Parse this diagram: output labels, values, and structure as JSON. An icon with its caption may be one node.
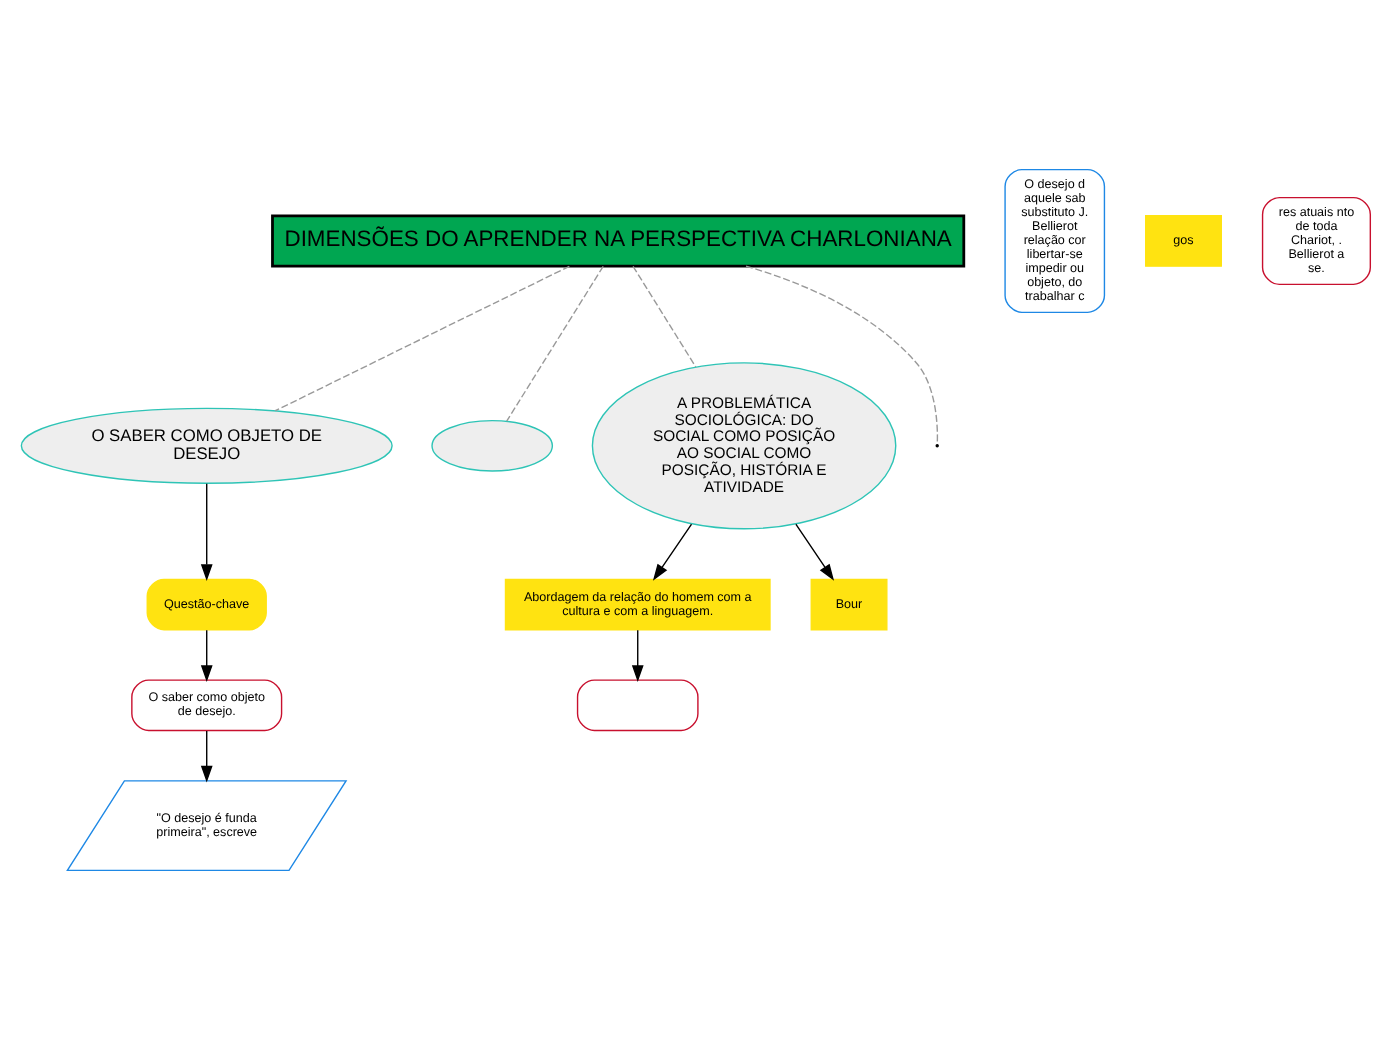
{
  "diagram": {
    "nodes": [
      {
        "text": [
          "DIMENSÕES DO APRENDER NA PERSPECTIVA CHARLONIANA"
        ]
      },
      {
        "text": [
          "O SABER COMO OBJETO DE DESEJO"
        ]
      },
      {
        "text": [
          "Questão-chave"
        ]
      },
      {
        "text": [
          "O saber como objeto de desejo."
        ]
      },
      {
        "text": [
          "\"O desejo é funda primeira\", escreve"
        ]
      },
      {
        "text": [
          "O desejo d aquele sab substituto J. Bellierot relação cor libertar-se impedir ou objeto, do trabalhar c"
        ]
      },
      {
        "text": [
          "gos"
        ]
      },
      {
        "text": [
          "res atuais nto de toda Chariot, . Bellierot a se."
        ]
      },
      {
        "text": [],
        "shape": "ellipse"
      },
      {
        "text": [
          "A PROBLEMÁTICA SOCIOLÓGICA: DO SOCIAL COMO POSIÇÃO AO SOCIAL COMO POSIÇÃO, HISTÓRIA E ATIVIDADE"
        ]
      },
      {
        "text": [
          "Abordagem da relação do homem com a cultura e com a linguagem."
        ]
      },
      {
        "text": [
          "Bour"
        ]
      },
      {
        "text": [],
        "shape": "box"
      }
    ],
    "edges": [
      {
        "from": 0,
        "to": 1,
        "arrow": "none",
        "style": "dashed",
        "color": "#999999"
      },
      {
        "from": 1,
        "to": 2,
        "arrow": "to"
      },
      {
        "from": 2,
        "to": 3,
        "arrow": "to"
      },
      {
        "from": 3,
        "to": 4,
        "arrow": "to"
      },
      {
        "from": 0,
        "to": null,
        "arrow": "none",
        "style": "dashed",
        "color": "#999999"
      },
      {
        "from": 0,
        "to": 8,
        "arrow": "none",
        "style": "dashed",
        "color": "#999999"
      },
      {
        "from": 0,
        "to": 9,
        "arrow": "none",
        "style": "dashed",
        "color": "#999999"
      },
      {
        "from": 9,
        "to": 10,
        "arrow": "to"
      },
      {
        "from": 9,
        "to": 11,
        "arrow": "to"
      },
      {
        "from": 10,
        "to": 12,
        "arrow": "to"
      }
    ]
  }
}
